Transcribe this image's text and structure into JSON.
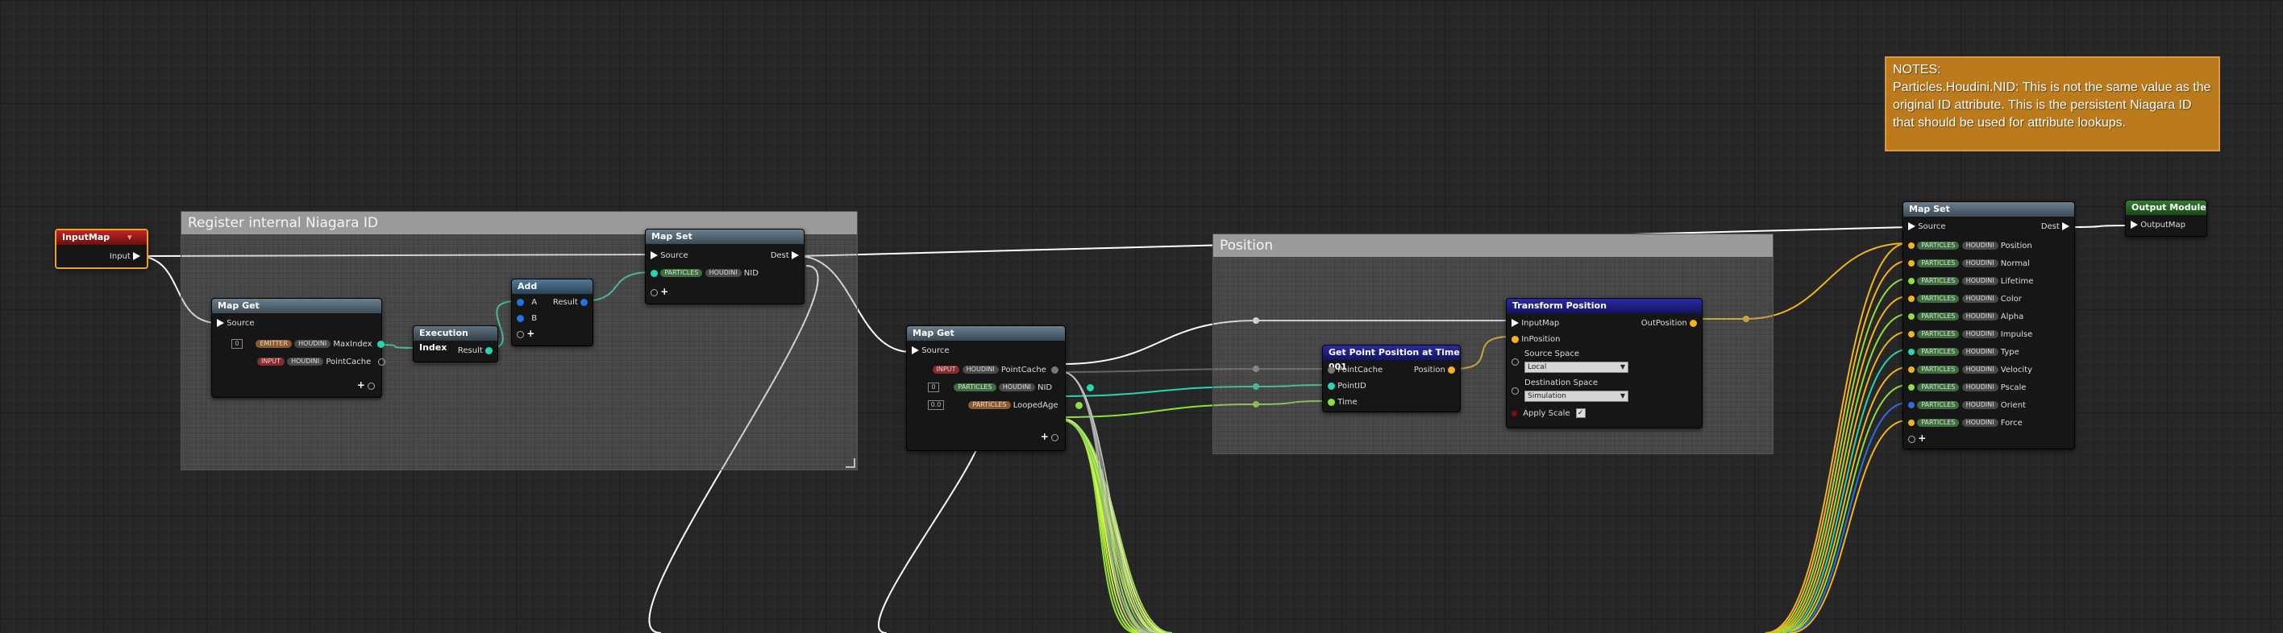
{
  "colors": {
    "exec": "#ffffff",
    "float": "#25d6b0",
    "vector": "#f3b51a",
    "bool": "#8ee03a",
    "int": "#2a6fe0",
    "note_bg": "#bb7a1c",
    "input_map_header": "#b01e1e"
  },
  "comments": {
    "register": "Register internal Niagara ID",
    "position": "Position"
  },
  "note": {
    "line1": "NOTES:",
    "line2": "Particles.Houdini.NID: This is not the same value as the original ID attribute. This is the persistent Niagara ID that should be used for attribute lookups."
  },
  "tags": {
    "particles": "PARTICLES",
    "houdini": "HOUDINI",
    "emitter": "EMITTER",
    "input": "INPUT"
  },
  "input_map": {
    "title": "InputMap",
    "arrow": "▾",
    "pin": "Input"
  },
  "map_get_1": {
    "title": "Map Get",
    "source": "Source",
    "index_box": "0",
    "pin_maxindex": "MaxIndex",
    "pin_pointcache": "PointCache"
  },
  "exec_index": {
    "title": "Execution Index",
    "result": "Result"
  },
  "add": {
    "title": "Add",
    "a": "A",
    "b": "B",
    "result": "Result"
  },
  "map_set_1": {
    "title": "Map Set",
    "source": "Source",
    "dest": "Dest",
    "nid": "NID"
  },
  "map_get_2": {
    "title": "Map Get",
    "source": "Source",
    "pointcache": "PointCache",
    "nid": "NID",
    "loopedage": "LoopedAge",
    "box1": "0",
    "box2": "0.0"
  },
  "get_point_pos": {
    "title": "Get Point Position at Time 001",
    "pointcache": "PointCache",
    "pointid": "PointID",
    "time": "Time",
    "position": "Position"
  },
  "transform_pos": {
    "title": "Transform Position",
    "inputmap": "InputMap",
    "inposition": "InPosition",
    "outposition": "OutPosition",
    "source_space_label": "Source Space",
    "source_space_value": "Local",
    "dest_space_label": "Destination Space",
    "dest_space_value": "Simulation",
    "apply_scale": "Apply Scale",
    "check": "✓"
  },
  "map_set_2": {
    "title": "Map Set",
    "source": "Source",
    "dest": "Dest",
    "attributes": [
      "Position",
      "Normal",
      "Lifetime",
      "Color",
      "Alpha",
      "Impulse",
      "Type",
      "Velocity",
      "Pscale",
      "Orient",
      "Force"
    ]
  },
  "output_module": {
    "title": "Output Module",
    "pin": "OutputMap"
  }
}
